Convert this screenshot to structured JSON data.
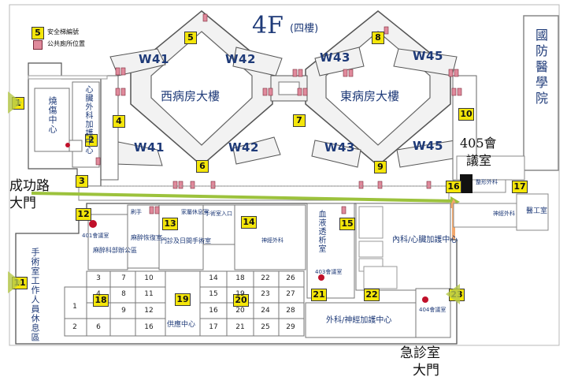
{
  "title": {
    "main": "4F",
    "sub": "(四樓)"
  },
  "legend": {
    "marker": "5",
    "stairs": "安全梯編號",
    "restroom": "公共廁所位置"
  },
  "side_label": "國防醫學院",
  "buildings": {
    "west": "西病房大樓",
    "east": "東病房大樓"
  },
  "wings": [
    "W41",
    "W42",
    "W43",
    "W45",
    "W41",
    "W42",
    "W43",
    "W45"
  ],
  "stair_markers": [
    "1",
    "2",
    "3",
    "4",
    "5",
    "6",
    "7",
    "8",
    "9",
    "10",
    "11",
    "12",
    "13",
    "14",
    "15",
    "16",
    "17",
    "18",
    "19",
    "20",
    "21",
    "22",
    "23"
  ],
  "entrances": {
    "chenggong": [
      "成功路",
      "大門"
    ],
    "emergency": [
      "急診室",
      "大門"
    ],
    "meeting": [
      "405會",
      "議室"
    ]
  },
  "rooms": {
    "burn_center": "燒傷中心",
    "cardio_surgery": "心臟外科加護中心",
    "anesthesia": "麻醉科部辦公區",
    "anesthesia_recovery": "麻醉恢復室",
    "day_surgery": "門診及日間手術室",
    "or_staff": "手術室工作人員休息區",
    "supply": "供應中心",
    "dialysis": "血液透析室",
    "medical_icu": "內科/心臟加護中心",
    "surgical_icu": "外科/神經加護中心",
    "neurosurgery": "神經外科",
    "meeting_403": "403會議室",
    "meeting_404": "404會議室",
    "meeting_401": "401會議室",
    "lab": "醫工室",
    "or_entrance": "手術室入口",
    "family_rest": "家屬休息室",
    "scrub": "刷手",
    "plastic": "整形外科",
    "neuro": "神經外科"
  },
  "or_rooms": [
    [
      "3",
      "7",
      "10"
    ],
    [
      "4",
      "8",
      "11"
    ],
    [
      "",
      "9",
      "12"
    ],
    [
      "1",
      "",
      ""
    ],
    [
      "2",
      "6",
      "16"
    ],
    [
      "14",
      "18",
      "22",
      "26"
    ],
    [
      "15",
      "19",
      "23",
      "27"
    ],
    [
      "16",
      "20",
      "24",
      "28"
    ],
    [
      "17",
      "21",
      "25",
      "29"
    ]
  ]
}
